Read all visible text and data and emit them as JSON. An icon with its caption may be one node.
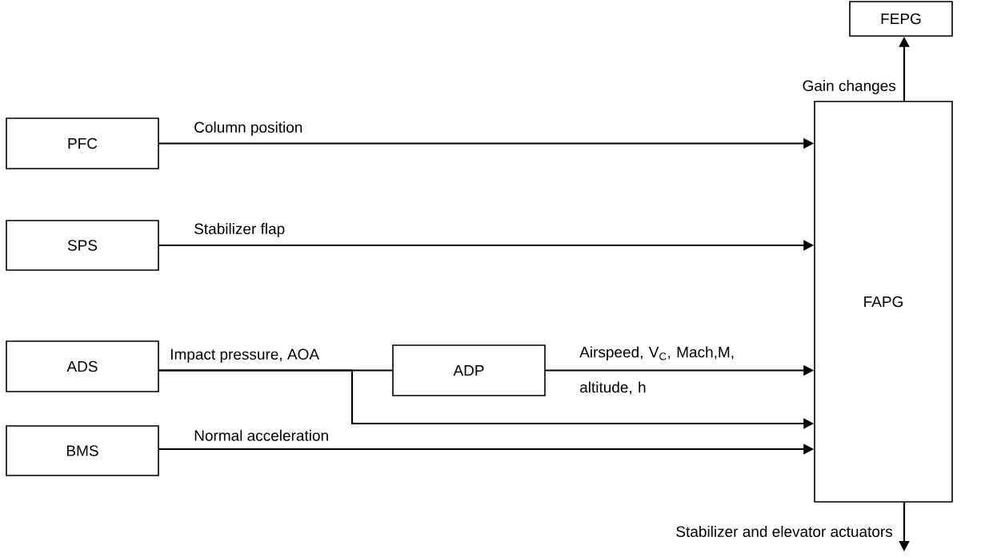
{
  "diagram": {
    "nodes": [
      {
        "text": [
          "FEPG"
        ]
      },
      {
        "text": [
          "PFC"
        ]
      },
      {
        "text": [
          "SPS"
        ]
      },
      {
        "text": [
          "ADS"
        ]
      },
      {
        "text": [
          "BMS"
        ]
      },
      {
        "text": [
          "ADP"
        ]
      },
      {
        "text": [
          "FAPG"
        ]
      }
    ],
    "edges": [
      {
        "from": 6,
        "to": 0,
        "arrow": "to",
        "label": "Gain changes"
      },
      {
        "from": 1,
        "to": 6,
        "arrow": "to",
        "label": "Column position"
      },
      {
        "from": 2,
        "to": 6,
        "arrow": "to",
        "label": "Stabilizer flap"
      },
      {
        "from": 3,
        "to": 5,
        "arrow": "none",
        "label": "Impact pressure, AOA"
      },
      {
        "from": 5,
        "to": 6,
        "arrow": "to",
        "label": "Airspeed, V$_{C}$, Mach,M, altitude, h"
      },
      {
        "from": 3,
        "to": 6,
        "arrow": "to"
      },
      {
        "from": 4,
        "to": 6,
        "arrow": "to",
        "label": "Normal acceleration"
      },
      {
        "from": 6,
        "to": null,
        "arrow": "to",
        "label": "Stabilizer and elevator actuators"
      }
    ]
  }
}
